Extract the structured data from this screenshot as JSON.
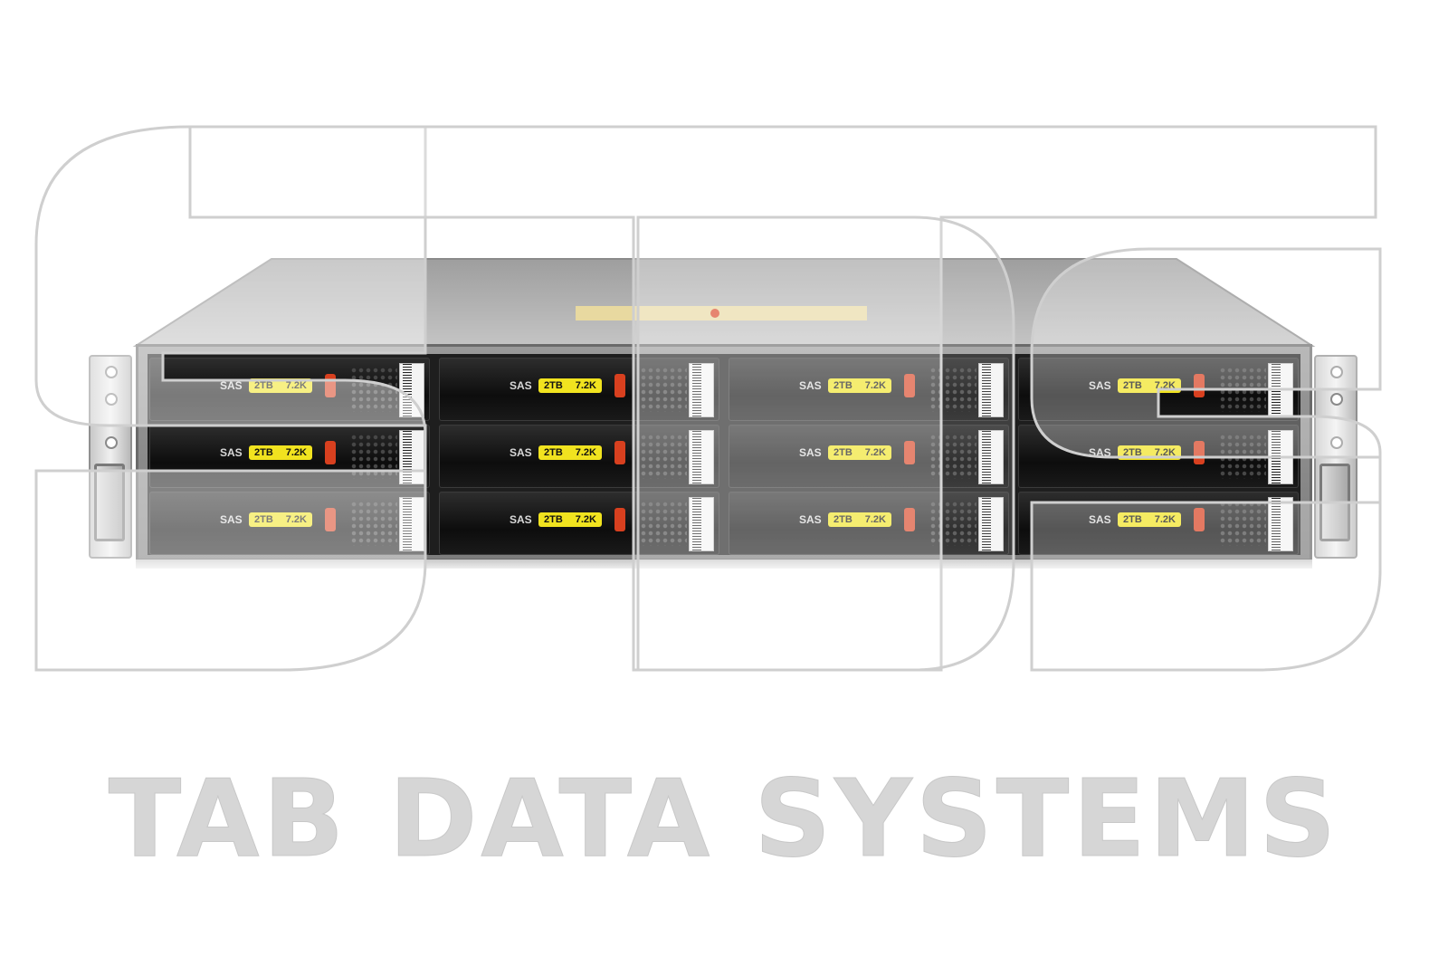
{
  "brand": {
    "tagline": "TAB DATA SYSTEMS",
    "watermark_color": "#d6d6d6"
  },
  "enclosure": {
    "chassis_color": "#8a8a8a",
    "bay_color": "#1e1e1e",
    "drives": [
      {
        "interface": "SAS",
        "capacity": "2TB",
        "speed": "7.2K"
      },
      {
        "interface": "SAS",
        "capacity": "2TB",
        "speed": "7.2K"
      },
      {
        "interface": "SAS",
        "capacity": "2TB",
        "speed": "7.2K"
      },
      {
        "interface": "SAS",
        "capacity": "2TB",
        "speed": "7.2K"
      },
      {
        "interface": "SAS",
        "capacity": "2TB",
        "speed": "7.2K"
      },
      {
        "interface": "SAS",
        "capacity": "2TB",
        "speed": "7.2K"
      },
      {
        "interface": "SAS",
        "capacity": "2TB",
        "speed": "7.2K"
      },
      {
        "interface": "SAS",
        "capacity": "2TB",
        "speed": "7.2K"
      },
      {
        "interface": "SAS",
        "capacity": "2TB",
        "speed": "7.2K"
      },
      {
        "interface": "SAS",
        "capacity": "2TB",
        "speed": "7.2K"
      },
      {
        "interface": "SAS",
        "capacity": "2TB",
        "speed": "7.2K"
      },
      {
        "interface": "SAS",
        "capacity": "2TB",
        "speed": "7.2K"
      }
    ],
    "label_color": "#f1e31f",
    "latch_color": "#d8401f"
  }
}
